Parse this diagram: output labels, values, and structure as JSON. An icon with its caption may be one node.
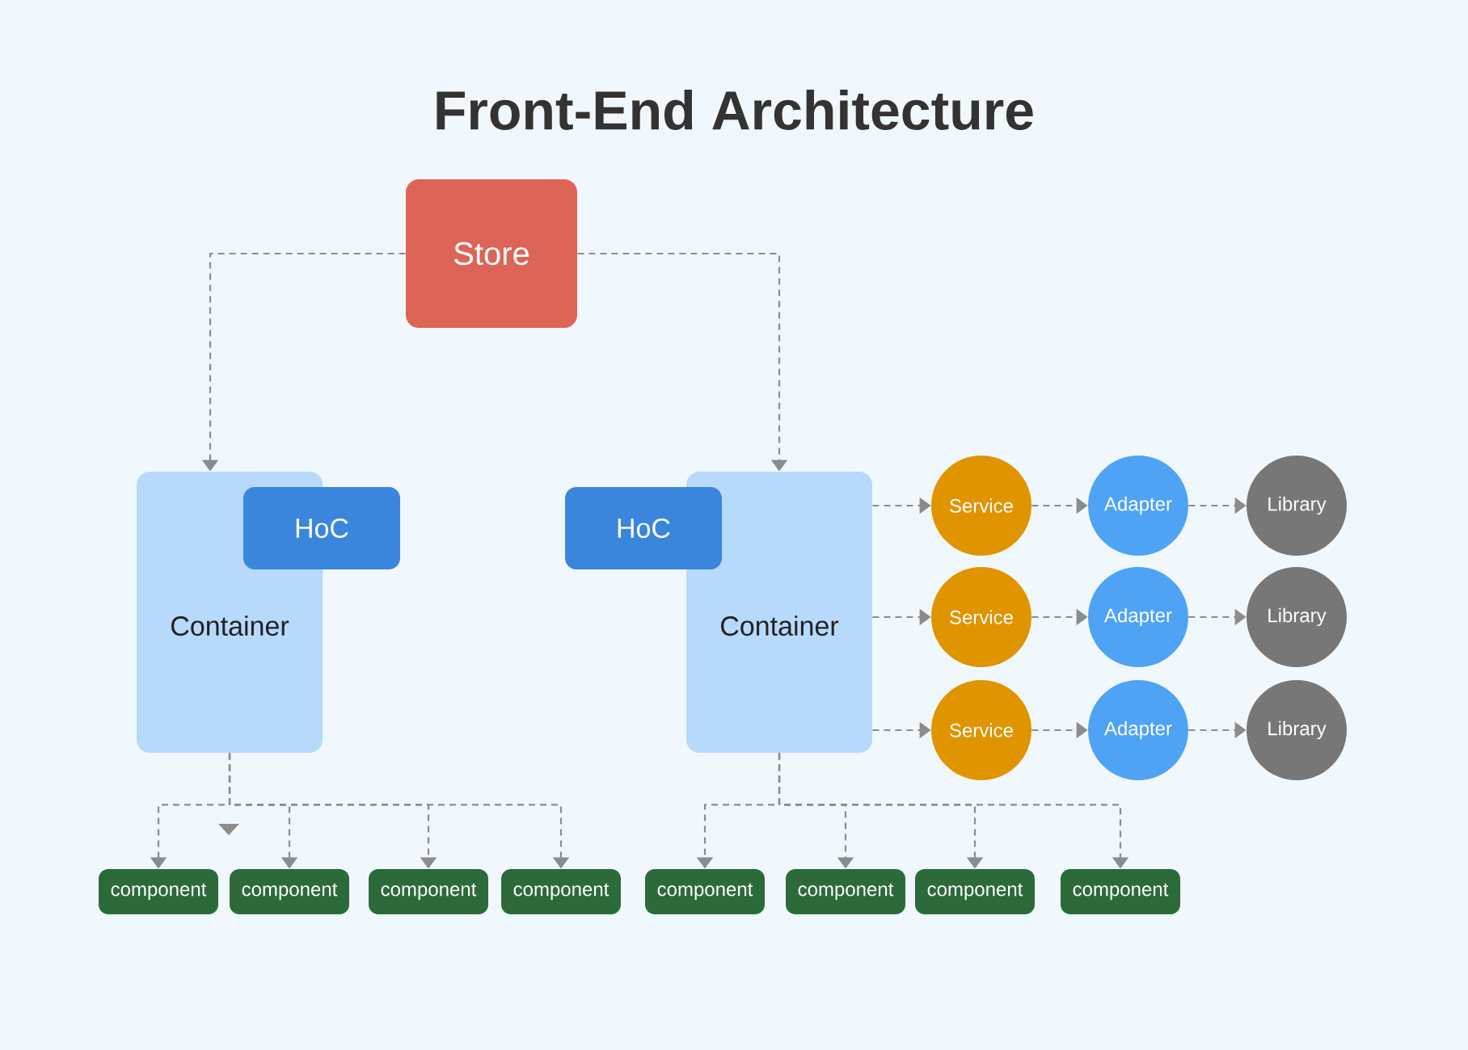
{
  "diagram": {
    "title": "Front-End Architecture",
    "nodes": [
      {
        "text": [
          "Store"
        ]
      },
      {
        "text": [
          "Container"
        ]
      },
      {
        "text": [
          "HoC"
        ]
      },
      {
        "text": [
          "HoC"
        ]
      },
      {
        "text": [
          "Container"
        ]
      },
      {
        "text": [
          "Service"
        ]
      },
      {
        "text": [
          "Service"
        ]
      },
      {
        "text": [
          "Service"
        ]
      },
      {
        "text": [
          "Adapter"
        ]
      },
      {
        "text": [
          "Adapter"
        ]
      },
      {
        "text": [
          "Adapter"
        ]
      },
      {
        "text": [
          "Library"
        ]
      },
      {
        "text": [
          "Library"
        ]
      },
      {
        "text": [
          "Library"
        ]
      },
      {
        "text": [
          "component"
        ]
      },
      {
        "text": [
          "component"
        ]
      },
      {
        "text": [
          "component"
        ]
      },
      {
        "text": [
          "component"
        ]
      },
      {
        "text": [
          "component"
        ]
      },
      {
        "text": [
          "component"
        ]
      },
      {
        "text": [
          "component"
        ]
      },
      {
        "text": [
          "component"
        ]
      }
    ],
    "edges": [
      {
        "from": 0,
        "to": 1,
        "arrow": "to"
      },
      {
        "from": 0,
        "to": 4,
        "arrow": "to"
      },
      {
        "from": 1,
        "to": 14,
        "arrow": "to"
      },
      {
        "from": 1,
        "to": 15,
        "arrow": "to"
      },
      {
        "from": 1,
        "to": 16,
        "arrow": "to"
      },
      {
        "from": 1,
        "to": 17,
        "arrow": "to"
      },
      {
        "from": 4,
        "to": 18,
        "arrow": "to"
      },
      {
        "from": 4,
        "to": 19,
        "arrow": "to"
      },
      {
        "from": 4,
        "to": 20,
        "arrow": "to"
      },
      {
        "from": 4,
        "to": 21,
        "arrow": "to"
      },
      {
        "from": 4,
        "to": 5,
        "arrow": "to"
      },
      {
        "from": 4,
        "to": 6,
        "arrow": "to"
      },
      {
        "from": 4,
        "to": 7,
        "arrow": "to"
      },
      {
        "from": 5,
        "to": 8,
        "arrow": "to"
      },
      {
        "from": 6,
        "to": 9,
        "arrow": "to"
      },
      {
        "from": 7,
        "to": 10,
        "arrow": "to"
      },
      {
        "from": 8,
        "to": 11,
        "arrow": "to"
      },
      {
        "from": 9,
        "to": 12,
        "arrow": "to"
      },
      {
        "from": 10,
        "to": 13,
        "arrow": "to"
      }
    ]
  }
}
